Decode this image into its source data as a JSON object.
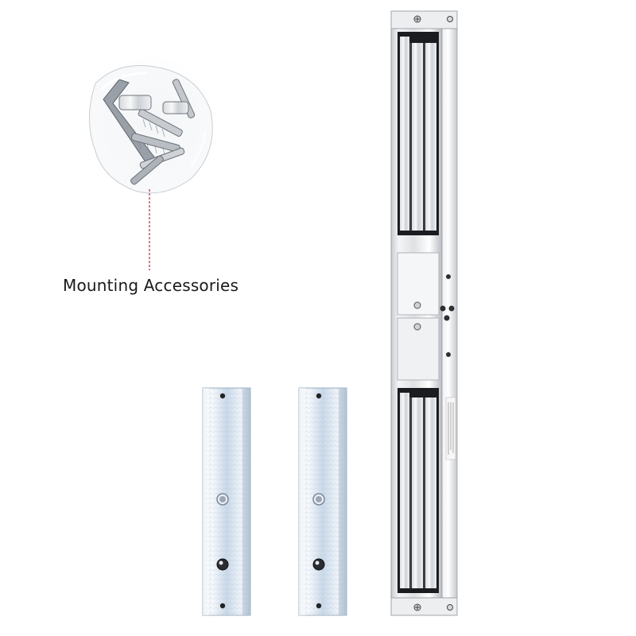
{
  "accessories": {
    "label": "Mounting Accessories",
    "leader_color": "#c0262e"
  },
  "product": {
    "pieces": [
      "mounting-accessories-bag",
      "armature-plate-left",
      "armature-plate-right",
      "double-magnetic-lock-body"
    ]
  }
}
